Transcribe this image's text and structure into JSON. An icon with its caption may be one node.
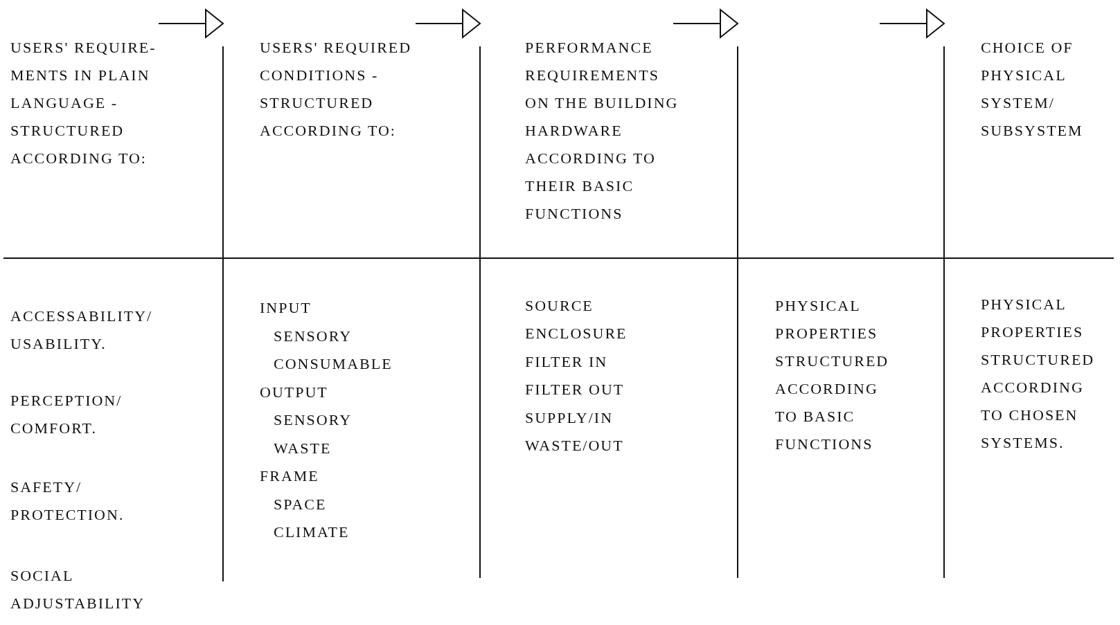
{
  "diagram": {
    "nodes": [
      {
        "text": [
          "USERS' REQUIRE- MENTS IN PLAIN LANGUAGE - STRUCTURED ACCORDING TO:",
          "ACCESSABILITY/ USABILITY.",
          "PERCEPTION/ COMFORT.",
          "SAFETY/ PROTECTION.",
          "SOCIAL ADJUSTABILITY"
        ]
      },
      {
        "text": [
          "USERS' REQUIRED CONDITIONS - STRUCTURED ACCORDING TO:",
          "INPUT",
          "SENSORY",
          "CONSUMABLE",
          "OUTPUT",
          "SENSORY",
          "WASTE",
          "FRAME",
          "SPACE",
          "CLIMATE"
        ]
      },
      {
        "text": [
          "PERFORMANCE REQUIREMENTS ON THE BUILDING HARDWARE ACCORDING TO THEIR BASIC FUNCTIONS",
          "SOURCE",
          "ENCLOSURE",
          "FILTER IN",
          "FILTER OUT",
          "SUPPLY/IN",
          "WASTE/OUT"
        ]
      },
      {
        "text": [
          "PHYSICAL PROPERTIES STRUCTURED ACCORDING TO BASIC FUNCTIONS"
        ]
      },
      {
        "text": [
          "CHOICE OF PHYSICAL SYSTEM/ SUBSYSTEM",
          "PHYSICAL PROPERTIES STRUCTURED ACCORDING TO CHOSEN SYSTEMS."
        ]
      }
    ],
    "edges": [
      {
        "from": 0,
        "to": 1,
        "arrow": "to"
      },
      {
        "from": 1,
        "to": 2,
        "arrow": "to"
      },
      {
        "from": 2,
        "to": null,
        "arrow": "to"
      },
      {
        "from": null,
        "to": 4,
        "arrow": "to"
      }
    ]
  }
}
